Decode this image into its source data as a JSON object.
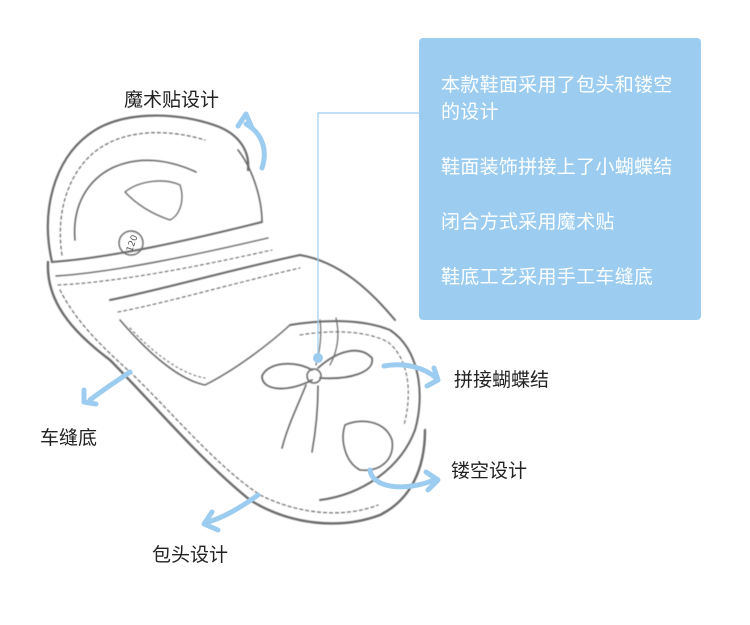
{
  "features": {
    "line1": "本款鞋面采用了包头和镂空",
    "line1b": "的设计",
    "line2": "鞋面装饰拼接上了小蝴蝶结",
    "line3": "闭合方式采用魔术贴",
    "line4": "鞋底工艺采用手工车缝底"
  },
  "callouts": {
    "velcro": "魔术贴设计",
    "bow": "拼接蝴蝶结",
    "sole": "车缝底",
    "hollow": "镂空设计",
    "toe": "包头设计"
  },
  "shoe": {
    "size_mark": "120"
  },
  "colors": {
    "accent": "#9ccdf0",
    "text": "#222222",
    "sketch": "#5a5a5a"
  },
  "icons": {
    "arrows": "curved-arrow-icon"
  }
}
